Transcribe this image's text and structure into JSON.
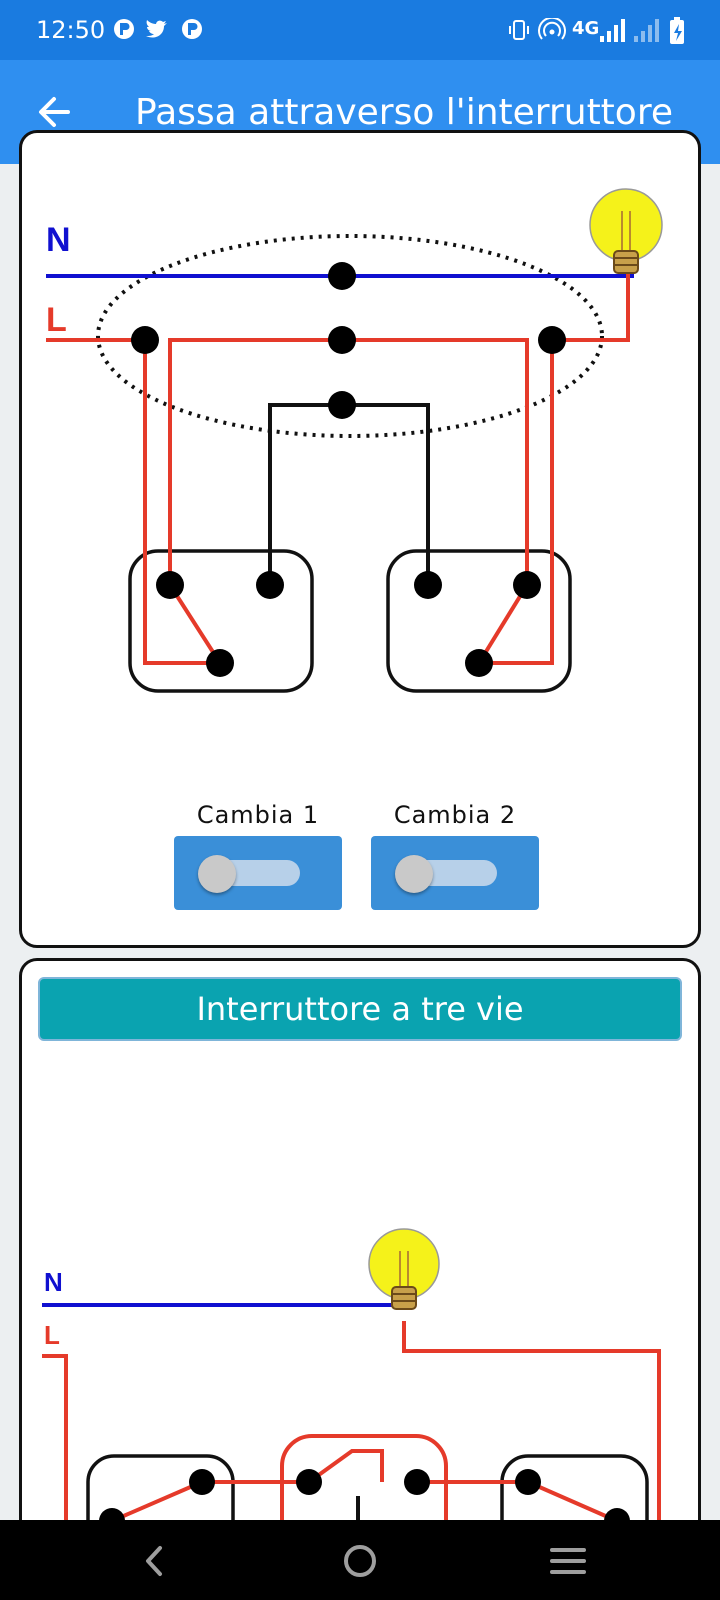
{
  "status_bar": {
    "time": "12:50",
    "network": "4G",
    "icons": [
      "app-notification-icon",
      "twitter-icon",
      "app-notification-icon",
      "vibrate-icon",
      "hotspot-icon",
      "signal-icon",
      "signal-weak-icon",
      "battery-charging-icon"
    ]
  },
  "app_bar": {
    "title": "Passa attraverso l'interruttore",
    "back_icon": "arrow-back-icon"
  },
  "card1": {
    "diagram": {
      "neutral_label": "N",
      "live_label": "L",
      "colors": {
        "neutral": "#1010d0",
        "live": "#e53a2a",
        "wire": "#111111",
        "bulb": "#f5f21a"
      }
    },
    "switch1": {
      "label": "Cambia 1",
      "on": false
    },
    "switch2": {
      "label": "Cambia 2",
      "on": false
    }
  },
  "card2": {
    "title": "Interruttore a tre vie",
    "diagram": {
      "neutral_label": "N",
      "live_label": "L"
    }
  },
  "nav_bar": {
    "icons": [
      "back-nav-icon",
      "home-nav-icon",
      "menu-nav-icon"
    ]
  },
  "colors": {
    "status_bar": "#1a7be0",
    "app_bar": "#2f8ff0",
    "switch_box": "#3a8fd8",
    "section_header": "#0aa3b0"
  }
}
